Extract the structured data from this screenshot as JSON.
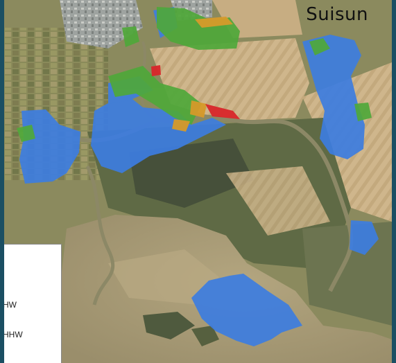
{
  "map": {
    "place_label": "Suisun",
    "colors": {
      "water": "#a89a74",
      "water_dark": "#8f8564",
      "land_dry": "#cdb48a",
      "land_marsh": "#6f7a52",
      "land_dark": "#46503a",
      "urban": "#9aa1a0",
      "channel": "#8c8866",
      "habitat_blue": "#3d7de0",
      "habitat_green": "#4fa83a",
      "habitat_orange": "#d69a2a",
      "habitat_red": "#d8262a",
      "frame": "#1b4f63"
    },
    "habitat_categories": [
      "blue",
      "green",
      "orange",
      "red"
    ]
  },
  "legend": {
    "rows": [
      {
        "label": "HW"
      },
      {
        "label": "HHW"
      }
    ]
  }
}
